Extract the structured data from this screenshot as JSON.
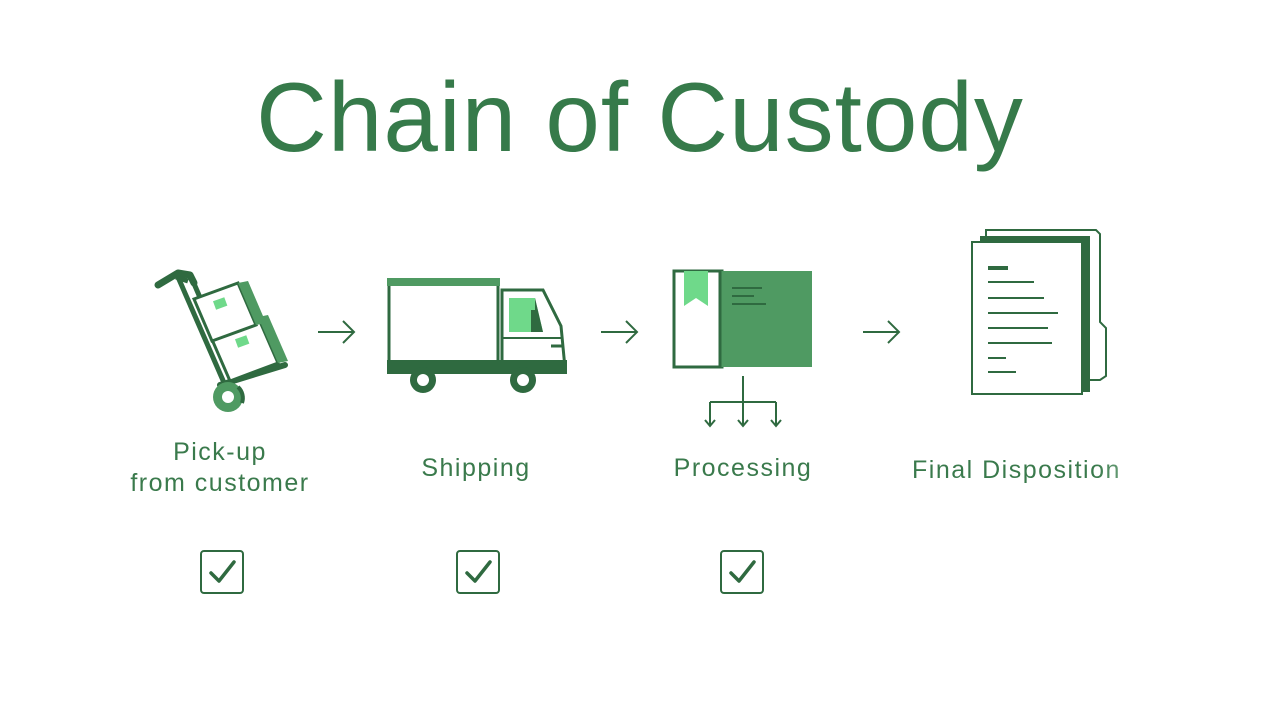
{
  "title": "Chain of Custody",
  "colors": {
    "dark_green": "#2f6a40",
    "mid_green": "#4f9a62",
    "light_green": "#6fd98a",
    "text_green": "#3a7a4c"
  },
  "stages": [
    {
      "icon": "hand-truck-icon",
      "label_lines": [
        "Pick-up",
        "from customer"
      ],
      "completed": true
    },
    {
      "icon": "truck-icon",
      "label_lines": [
        "Shipping"
      ],
      "completed": true
    },
    {
      "icon": "box-icon",
      "label_lines": [
        "Processing"
      ],
      "completed": true
    },
    {
      "icon": "documents-icon",
      "label_lines": [
        "Final Disposition"
      ],
      "completed": false
    }
  ]
}
